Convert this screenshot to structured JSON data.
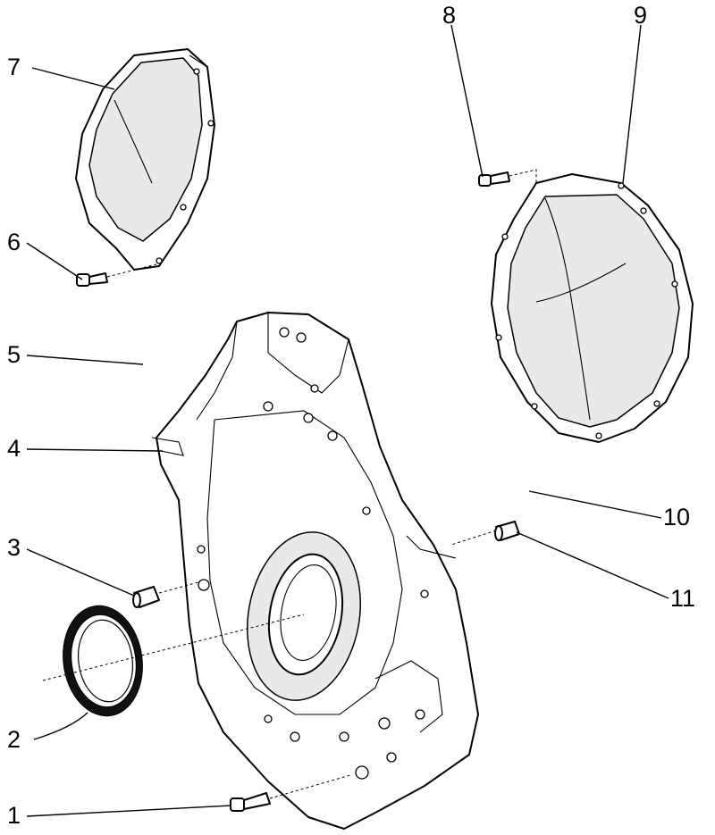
{
  "callouts": [
    {
      "id": "1",
      "text": "1"
    },
    {
      "id": "2",
      "text": "2"
    },
    {
      "id": "3",
      "text": "3"
    },
    {
      "id": "4",
      "text": "4"
    },
    {
      "id": "5",
      "text": "5"
    },
    {
      "id": "6",
      "text": "6"
    },
    {
      "id": "7",
      "text": "7"
    },
    {
      "id": "8",
      "text": "8"
    },
    {
      "id": "9",
      "text": "9"
    },
    {
      "id": "10",
      "text": "10"
    },
    {
      "id": "11",
      "text": "11"
    }
  ],
  "colors": {
    "line": "#000000",
    "background": "#ffffff",
    "shading": "#e9e9e9"
  }
}
